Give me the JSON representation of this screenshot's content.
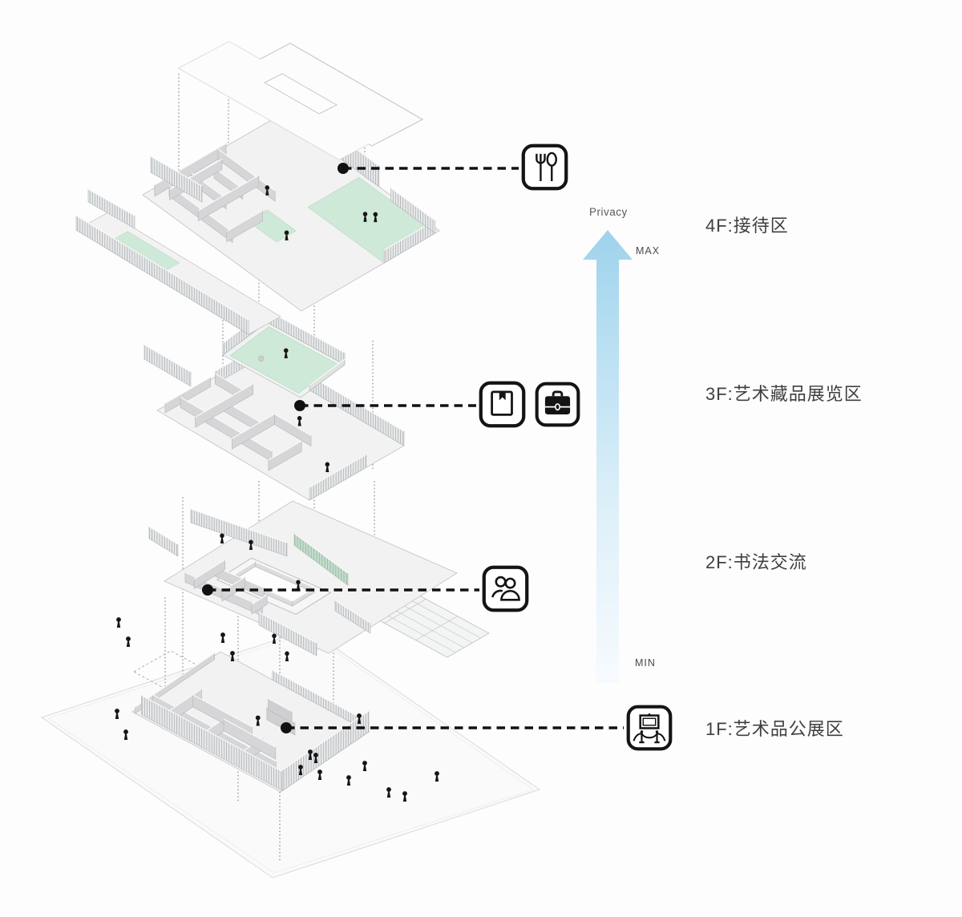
{
  "diagram": {
    "type": "exploded-axonometric-program-diagram",
    "privacy_axis": {
      "label": "Privacy",
      "max_label": "MAX",
      "min_label": "MIN"
    },
    "floors": [
      {
        "id": "4F",
        "label": "4F:接待区",
        "icons": [
          "restaurant"
        ]
      },
      {
        "id": "3F",
        "label": "3F:艺术藏品展览区",
        "icons": [
          "book",
          "briefcase"
        ]
      },
      {
        "id": "2F",
        "label": "2F:书法交流",
        "icons": [
          "visitors"
        ]
      },
      {
        "id": "1F",
        "label": "1F:艺术品公展区",
        "icons": [
          "exhibition"
        ]
      }
    ],
    "colors": {
      "terrace_green": "#cfe9d9",
      "terrace_green_edge": "#b7d8c5",
      "glass_green": "#c4ddcd",
      "arrow_blue": "#9ed3ec",
      "ink": "#111111",
      "plate_fill": "#f2f2f3",
      "wall_gray": "#d6d6d8",
      "ground_fill": "#fafafa"
    }
  }
}
